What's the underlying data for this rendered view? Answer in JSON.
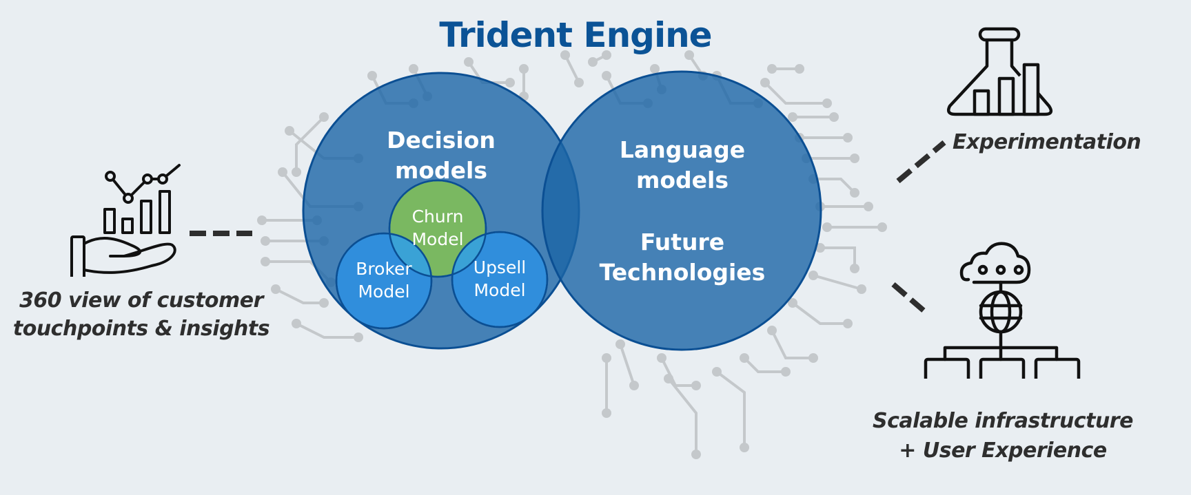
{
  "title": "Trident Engine",
  "left_panel": {
    "icon": "hand-holding-chart-icon",
    "label_line1": "360 view of customer",
    "label_line2": "touchpoints & insights"
  },
  "engine": {
    "decision": {
      "label_line1": "Decision",
      "label_line2": "models",
      "submodels": [
        {
          "line1": "Churn",
          "line2": "Model",
          "color": "#7ab861"
        },
        {
          "line1": "Broker",
          "line2": "Model",
          "color": "#2f8fe0"
        },
        {
          "line1": "Upsell",
          "line2": "Model",
          "color": "#2f8fe0"
        }
      ]
    },
    "language": {
      "label_line1": "Language",
      "label_line2": "models",
      "future_line1": "Future",
      "future_line2": "Technologies"
    }
  },
  "right_top": {
    "icon": "flask-chart-icon",
    "label": "Experimentation"
  },
  "right_bottom": {
    "icon": "cloud-network-icon",
    "label_line1": "Scalable infrastructure",
    "label_line2": "+ User Experience"
  },
  "colors": {
    "background": "#e9eef2",
    "title": "#0b5396",
    "main_circle": "#1c65a6",
    "circuit": "#c4c8cb",
    "icon": "#111111",
    "label": "#2e2e2e"
  }
}
